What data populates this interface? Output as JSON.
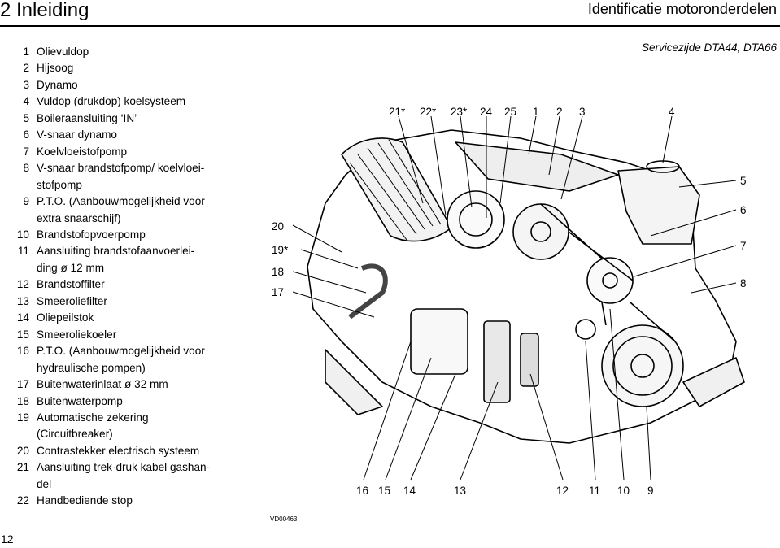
{
  "header": {
    "chapter_title": "2 Inleiding",
    "section_title": "Identificatie motoronderdelen"
  },
  "parts": [
    {
      "num": "1",
      "label": "Olievuldop"
    },
    {
      "num": "2",
      "label": "Hijsoog"
    },
    {
      "num": "3",
      "label": "Dynamo"
    },
    {
      "num": "4",
      "label": "Vuldop (drukdop) koelsysteem"
    },
    {
      "num": "5",
      "label": "Boileraansluiting ‘IN’"
    },
    {
      "num": "6",
      "label": "V-snaar dynamo"
    },
    {
      "num": "7",
      "label": "Koelvloeistofpomp"
    },
    {
      "num": "8",
      "label": "V-snaar brandstofpomp/ koelvloei-\nstofpomp"
    },
    {
      "num": "9",
      "label": "P.T.O. (Aanbouwmogelijkheid voor\nextra snaarschijf)"
    },
    {
      "num": "10",
      "label": "Brandstofopvoerpomp"
    },
    {
      "num": "11",
      "label": "Aansluiting brandstofaanvoerlei-\nding ø 12 mm"
    },
    {
      "num": "12",
      "label": "Brandstoffilter"
    },
    {
      "num": "13",
      "label": "Smeeroliefilter"
    },
    {
      "num": "14",
      "label": "Oliepeilstok"
    },
    {
      "num": "15",
      "label": "Smeeroliekoeler"
    },
    {
      "num": "16",
      "label": "P.T.O. (Aanbouwmogelijkheid voor\nhydraulische pompen)"
    },
    {
      "num": "17",
      "label": "Buitenwaterinlaat ø 32 mm"
    },
    {
      "num": "18",
      "label": "Buitenwaterpomp"
    },
    {
      "num": "19",
      "label": "Automatische zekering\n(Circuitbreaker)"
    },
    {
      "num": "20",
      "label": "Contrastekker electrisch systeem"
    },
    {
      "num": "21",
      "label": "Aansluiting trek-druk kabel gashan-\ndel"
    },
    {
      "num": "22",
      "label": "Handbediende stop"
    }
  ],
  "figure": {
    "caption_prefix": "Servicezijde ",
    "caption_models": "DTA44, DTA66",
    "code": "VD00463",
    "callouts": {
      "top": [
        "21*",
        "22*",
        "23*",
        "24",
        "25",
        "1",
        "2",
        "3",
        "4"
      ],
      "right": [
        "5",
        "6",
        "7",
        "8"
      ],
      "left": [
        "20",
        "19*",
        "18",
        "17"
      ],
      "bottom": [
        "16",
        "15",
        "14",
        "13",
        "12",
        "11",
        "10",
        "9"
      ]
    }
  },
  "footer": {
    "page_number": "12"
  }
}
